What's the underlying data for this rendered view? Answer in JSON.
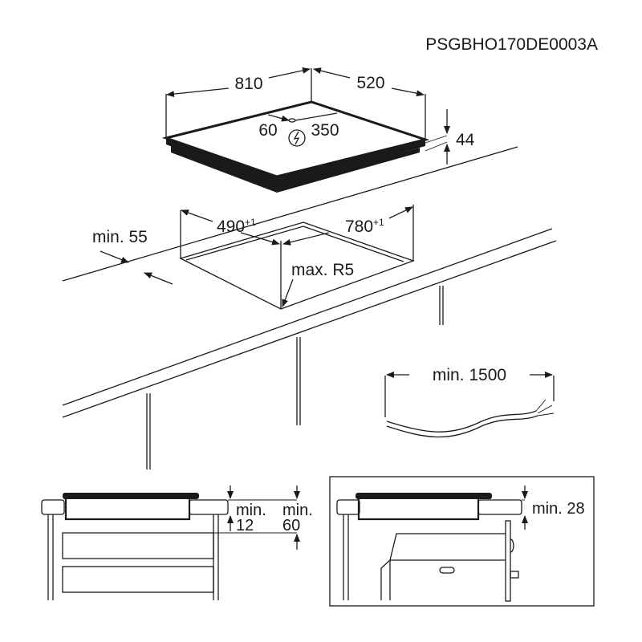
{
  "doc_code": "PSGBHO170DE0003A",
  "hob": {
    "width": "810",
    "depth": "520",
    "height": "44",
    "conn_left": "60",
    "conn_right": "350",
    "power_icon": "lightning-in-circle"
  },
  "cutout": {
    "width": "490",
    "width_tol": "+1",
    "depth": "780",
    "depth_tol": "+1",
    "radius": "max. R5",
    "edge_distance": "min. 55"
  },
  "cable": {
    "length": "min. 1500"
  },
  "section_drawers": {
    "min_label_a": "min.",
    "value_a": "12",
    "min_label_b": "min.",
    "value_b": "60"
  },
  "section_oven": {
    "clearance": "min. 28"
  }
}
